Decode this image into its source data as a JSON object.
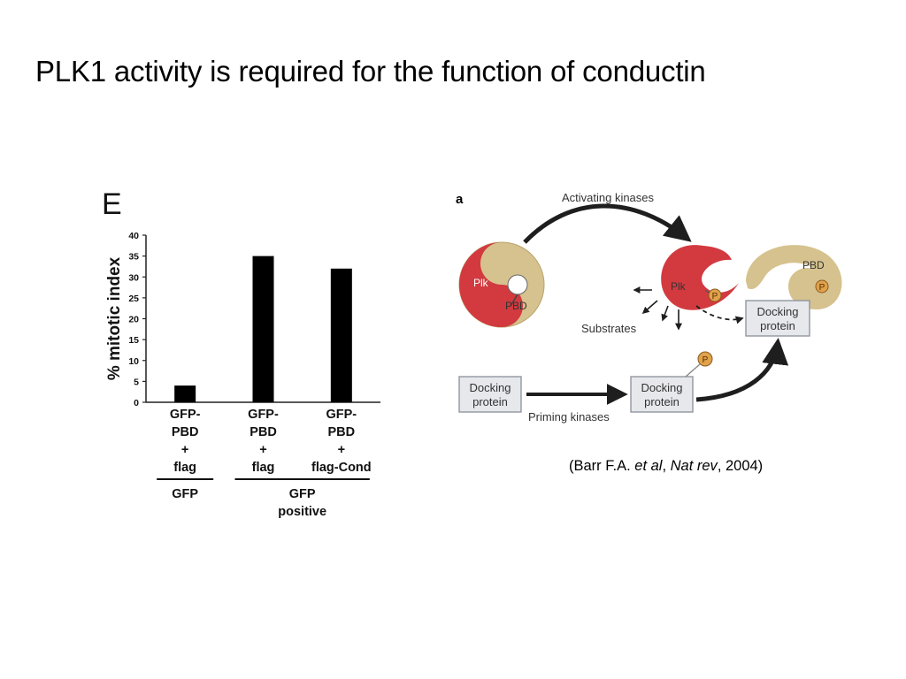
{
  "slide": {
    "title": "PLK1 activity is required for the function of conductin",
    "citation": {
      "open": "(Barr F.A. ",
      "etal": "et al",
      "sep1": ", ",
      "journal": "Nat rev",
      "rest": ", 2004)"
    }
  },
  "chart_data": {
    "type": "bar",
    "panel_label": "E",
    "ylabel": "% mitotic index",
    "ylim": [
      0,
      40
    ],
    "yticks": [
      0,
      5,
      10,
      15,
      20,
      25,
      30,
      35,
      40
    ],
    "categories": [
      [
        "GFP-",
        "PBD",
        "+",
        "flag"
      ],
      [
        "GFP-",
        "PBD",
        "+",
        "flag"
      ],
      [
        "GFP-",
        "PBD",
        "+",
        "flag-Cond"
      ]
    ],
    "values": [
      4,
      35,
      32
    ],
    "groups": [
      {
        "label": [
          "GFP"
        ],
        "spans": [
          0,
          0
        ]
      },
      {
        "label": [
          "GFP",
          "positive"
        ],
        "spans": [
          1,
          2
        ]
      }
    ],
    "bar_color": "#000000"
  },
  "diagram": {
    "panel_label": "a",
    "activating_kinases": "Activating kinases",
    "plk_left": "Plk",
    "pbd_left": "PBD",
    "plk_right": "Plk",
    "pbd_right": "PBD",
    "p_label": "P",
    "substrates": "Substrates",
    "docking_right": [
      "Docking",
      "protein"
    ],
    "docking_bottom_left": [
      "Docking",
      "protein"
    ],
    "docking_bottom_mid": [
      "Docking",
      "protein"
    ],
    "priming_kinases": "Priming kinases",
    "colors": {
      "plk_red": "#d23a3f",
      "pbd_tan": "#d6c28e",
      "phospho": "#e0a24a",
      "box_fill": "#e6e8ec",
      "box_stroke": "#8a8f99",
      "arrow": "#1e1e1e"
    }
  }
}
